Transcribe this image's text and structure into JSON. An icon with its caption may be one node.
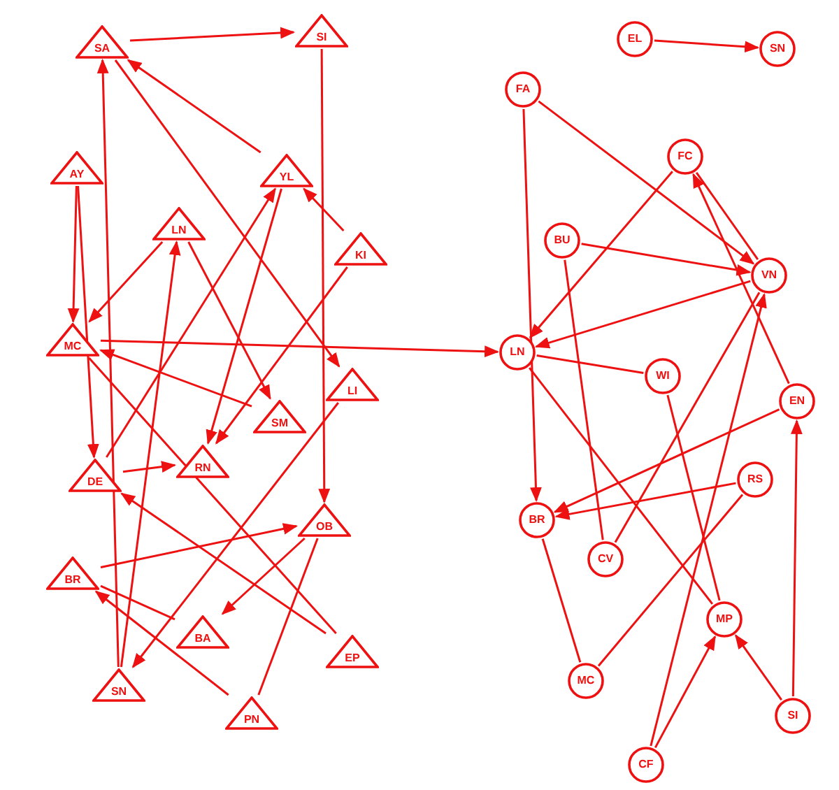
{
  "diagram": {
    "nodes": [
      {
        "text": [
          "SA"
        ]
      },
      {
        "text": [
          "SI"
        ]
      },
      {
        "text": [
          "AY"
        ]
      },
      {
        "text": [
          "YL"
        ]
      },
      {
        "text": [
          "LN"
        ]
      },
      {
        "text": [
          "KI"
        ]
      },
      {
        "text": [
          "MC"
        ]
      },
      {
        "text": [
          "LI"
        ]
      },
      {
        "text": [
          "SM"
        ]
      },
      {
        "text": [
          "DE"
        ]
      },
      {
        "text": [
          "RN"
        ]
      },
      {
        "text": [
          "OB"
        ]
      },
      {
        "text": [
          "BR"
        ]
      },
      {
        "text": [
          "BA"
        ]
      },
      {
        "text": [
          "EP"
        ]
      },
      {
        "text": [
          "SN"
        ]
      },
      {
        "text": [
          "PN"
        ]
      },
      {
        "text": [
          "EL"
        ]
      },
      {
        "text": [
          "SN"
        ]
      },
      {
        "text": [
          "FA"
        ]
      },
      {
        "text": [
          "FC"
        ]
      },
      {
        "text": [
          "BU"
        ]
      },
      {
        "text": [
          "VN"
        ]
      },
      {
        "text": [
          "LN"
        ]
      },
      {
        "text": [
          "WI"
        ]
      },
      {
        "text": [
          "EN"
        ]
      },
      {
        "text": [
          "RS"
        ]
      },
      {
        "text": [
          "BR"
        ]
      },
      {
        "text": [
          "CV"
        ]
      },
      {
        "text": [
          "MP"
        ]
      },
      {
        "text": [
          "MC"
        ]
      },
      {
        "text": [
          "SI"
        ]
      },
      {
        "text": [
          "CF"
        ]
      }
    ],
    "edges": [
      {
        "from": 0,
        "to": 1,
        "arrow": "to"
      },
      {
        "from": 1,
        "to": 11,
        "arrow": "to"
      },
      {
        "from": 3,
        "to": 0,
        "arrow": "to"
      },
      {
        "from": 0,
        "to": 7,
        "arrow": "to"
      },
      {
        "from": 15,
        "to": 0,
        "arrow": "to"
      },
      {
        "from": 2,
        "to": 6,
        "arrow": "to"
      },
      {
        "from": 2,
        "to": 9,
        "arrow": "to"
      },
      {
        "from": 5,
        "to": 3,
        "arrow": "to"
      },
      {
        "from": 4,
        "to": 6,
        "arrow": "to"
      },
      {
        "from": 15,
        "to": 4,
        "arrow": "to"
      },
      {
        "from": 4,
        "to": 8,
        "arrow": "to"
      },
      {
        "from": 9,
        "to": 3,
        "arrow": "to"
      },
      {
        "from": 3,
        "to": 10,
        "arrow": "to"
      },
      {
        "from": 5,
        "to": 10,
        "arrow": "to"
      },
      {
        "from": 6,
        "to": 23,
        "arrow": "to"
      },
      {
        "from": 8,
        "to": 6,
        "arrow": "to"
      },
      {
        "from": 6,
        "to": 14,
        "arrow": "none"
      },
      {
        "from": 14,
        "to": 9,
        "arrow": "to"
      },
      {
        "from": 9,
        "to": 10,
        "arrow": "to"
      },
      {
        "from": 7,
        "to": 15,
        "arrow": "to"
      },
      {
        "from": 12,
        "to": 11,
        "arrow": "to"
      },
      {
        "from": 12,
        "to": 13,
        "arrow": "none"
      },
      {
        "from": 11,
        "to": 13,
        "arrow": "to"
      },
      {
        "from": 16,
        "to": 11,
        "arrow": "none"
      },
      {
        "from": 16,
        "to": 12,
        "arrow": "to"
      },
      {
        "from": 17,
        "to": 18,
        "arrow": "to"
      },
      {
        "from": 19,
        "to": 22,
        "arrow": "to"
      },
      {
        "from": 19,
        "to": 27,
        "arrow": "to"
      },
      {
        "from": 20,
        "to": 23,
        "arrow": "to"
      },
      {
        "from": 22,
        "to": 20,
        "arrow": "none"
      },
      {
        "from": 25,
        "to": 20,
        "arrow": "to"
      },
      {
        "from": 21,
        "to": 22,
        "arrow": "to"
      },
      {
        "from": 21,
        "to": 28,
        "arrow": "none"
      },
      {
        "from": 22,
        "to": 23,
        "arrow": "to"
      },
      {
        "from": 24,
        "to": 23,
        "arrow": "none"
      },
      {
        "from": 23,
        "to": 29,
        "arrow": "none"
      },
      {
        "from": 24,
        "to": 29,
        "arrow": "none"
      },
      {
        "from": 28,
        "to": 22,
        "arrow": "none"
      },
      {
        "from": 32,
        "to": 22,
        "arrow": "to"
      },
      {
        "from": 25,
        "to": 27,
        "arrow": "to"
      },
      {
        "from": 26,
        "to": 27,
        "arrow": "to"
      },
      {
        "from": 30,
        "to": 26,
        "arrow": "none"
      },
      {
        "from": 27,
        "to": 30,
        "arrow": "none"
      },
      {
        "from": 32,
        "to": 29,
        "arrow": "to"
      },
      {
        "from": 31,
        "to": 29,
        "arrow": "to"
      },
      {
        "from": 31,
        "to": 25,
        "arrow": "to"
      }
    ]
  }
}
